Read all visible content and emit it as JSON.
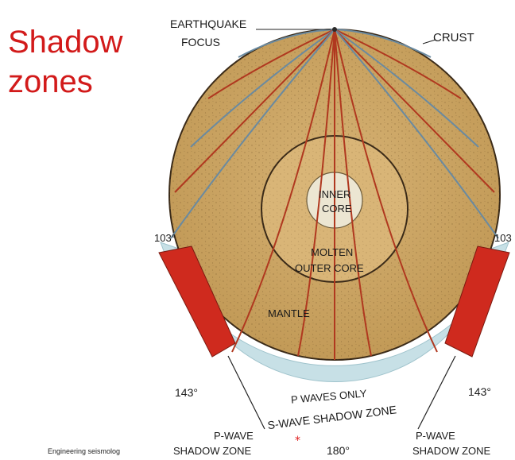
{
  "title": {
    "line1": "Shadow",
    "line2": "zones"
  },
  "labels": {
    "focus_line1": "EARTHQUAKE",
    "focus_line2": "FOCUS",
    "crust": "CRUST",
    "inner_core_line1": "INNER",
    "inner_core_line2": "CORE",
    "outer_core_line1": "MOLTEN",
    "outer_core_line2": "OUTER CORE",
    "mantle": "MANTLE",
    "angle_103_left": "103°",
    "angle_103_right": "103",
    "angle_143_left": "143°",
    "angle_143_right": "143°",
    "angle_180": "180°",
    "p_waves_only": "P WAVES ONLY",
    "s_wave_shadow_zone": "S-WAVE SHADOW ZONE",
    "p_shadow_left_line1": "P-WAVE",
    "p_shadow_left_line2": "SHADOW ZONE",
    "p_shadow_right_line1": "P-WAVE",
    "p_shadow_right_line2": "SHADOW ZONE"
  },
  "caption": "Engineering seismolog",
  "colors": {
    "title": "#d21a1a",
    "mantle": "#c8a15e",
    "outer_core": "#d9b577",
    "inner_core": "#ece6d2",
    "s_shadow_band": "#c7e0e6",
    "p_shadow_zone": "#cf2a1e",
    "p_ray": "#b0381f",
    "s_ray": "#6a8aa0",
    "outline": "#3a2a18"
  }
}
